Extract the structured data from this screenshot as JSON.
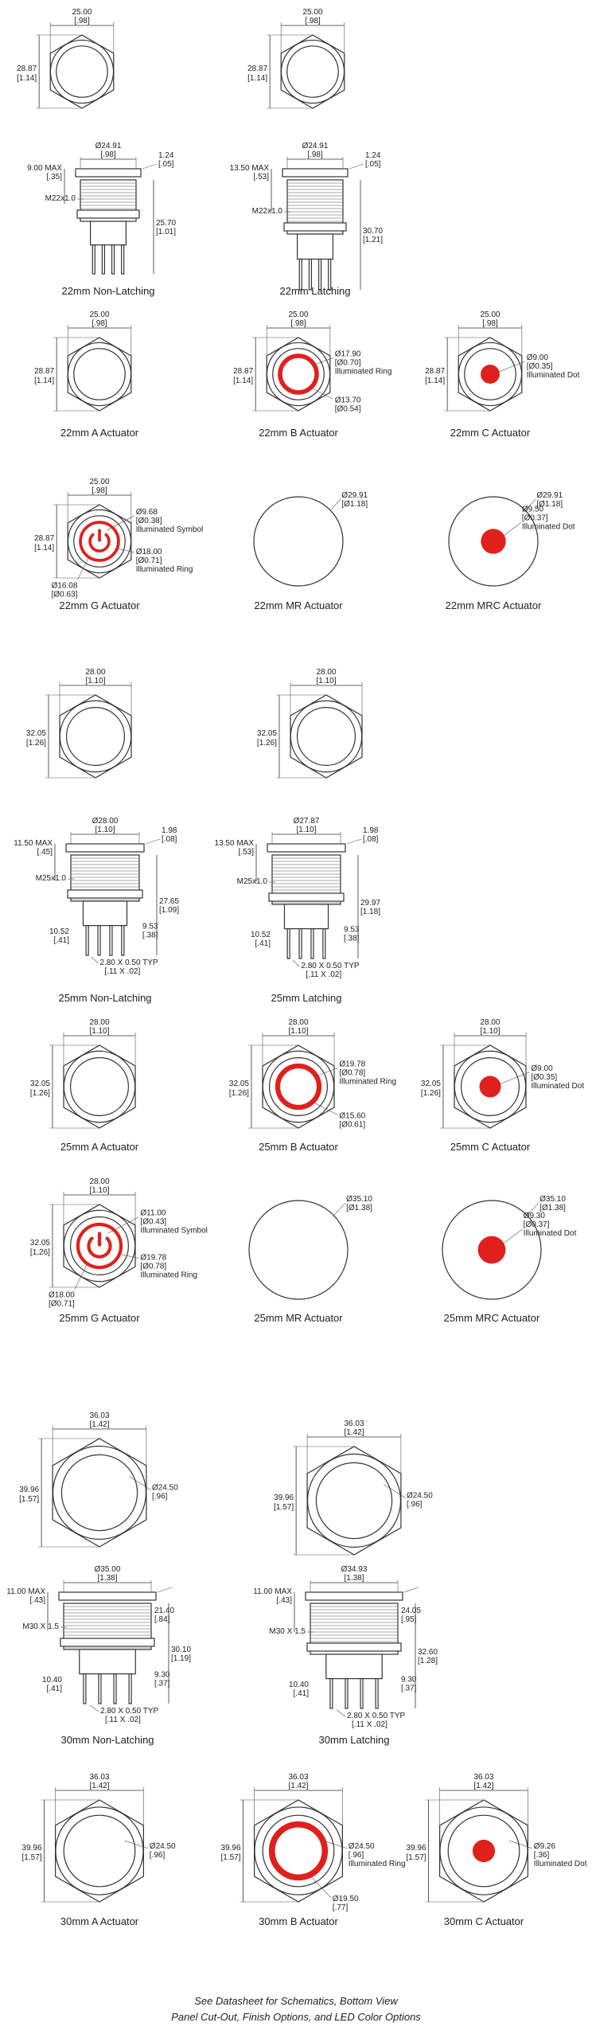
{
  "colors": {
    "led": "#e0201c",
    "ink": "#222222"
  },
  "row1": [
    {
      "w": "25.00",
      "w_in": "[.98]",
      "h": "28.87",
      "h_in": "[1.14]"
    },
    {
      "w": "25.00",
      "w_in": "[.98]",
      "h": "28.87",
      "h_in": "[1.14]"
    }
  ],
  "side22": [
    {
      "dia": "Ø24.91",
      "dia_in": "[.98]",
      "max": "9.00 MAX",
      "max_in": "[.35]",
      "lip": "1.24",
      "lip_in": "[.05]",
      "thread": "M22x1.0",
      "len": "25.70",
      "len_in": "[1.01]",
      "caption": "22mm Non-Latching"
    },
    {
      "dia": "Ø24.91",
      "dia_in": "[.98]",
      "max": "13.50 MAX",
      "max_in": "[.53]",
      "lip": "1.24",
      "lip_in": "[.05]",
      "thread": "M22x1.0",
      "len": "30.70",
      "len_in": "[1.21]",
      "caption": "22mm Latching"
    }
  ],
  "act22a": {
    "a": {
      "w": "25.00",
      "w_in": "[.98]",
      "h": "28.87",
      "h_in": "[1.14]",
      "caption": "22mm A Actuator"
    },
    "b": {
      "w": "25.00",
      "w_in": "[.98]",
      "h": "28.87",
      "h_in": "[1.14]",
      "l1": "Ø17.90",
      "l2": "[Ø0.70]",
      "l3": "Illuminated Ring",
      "l4": "Ø13.70",
      "l5": "[Ø0.54]",
      "caption": "22mm B Actuator"
    },
    "c": {
      "w": "25.00",
      "w_in": "[.98]",
      "h": "28.87",
      "h_in": "[1.14]",
      "l1": "Ø9.00",
      "l2": "[Ø0.35]",
      "l3": "Illuminated Dot",
      "caption": "22mm C Actuator"
    }
  },
  "act22b": {
    "g": {
      "w": "25.00",
      "w_in": "[.98]",
      "h": "28.87",
      "h_in": "[1.14]",
      "l1": "Ø9.68",
      "l2": "[Ø0.38]",
      "l3": "Illuminated Symbol",
      "l4": "Ø18.00",
      "l5": "[Ø0.71]",
      "l6": "Illuminated Ring",
      "l7": "Ø16.08",
      "l8": "[Ø0.63]",
      "caption": "22mm G Actuator"
    },
    "mr": {
      "l1": "Ø29.91",
      "l2": "[Ø1.18]",
      "caption": "22mm MR Actuator"
    },
    "mrc": {
      "l1": "Ø29.91",
      "l2": "[Ø1.18]",
      "l3": "Ø9.50",
      "l4": "[Ø0.37]",
      "l5": "Illuminated Dot",
      "caption": "22mm MRC Actuator"
    }
  },
  "row25top": [
    {
      "w": "28.00",
      "w_in": "[1.10]",
      "h": "32.05",
      "h_in": "[1.26]"
    },
    {
      "w": "28.00",
      "w_in": "[1.10]",
      "h": "32.05",
      "h_in": "[1.26]"
    }
  ],
  "side25": [
    {
      "dia": "Ø28.00",
      "dia_in": "[1.10]",
      "max": "11.50 MAX",
      "max_in": "[.45]",
      "lip": "1.98",
      "lip_in": "[.08]",
      "thread": "M25x1.0",
      "len": "27.65",
      "len_in": "[1.09]",
      "sub": "9.53",
      "sub_in": "[.38]",
      "term": "10.52",
      "term_in": "[.41]",
      "typ": "2.80 X 0.50 TYP",
      "typ_in": "[.11 X .02]",
      "caption": "25mm Non-Latching"
    },
    {
      "dia": "Ø27.87",
      "dia_in": "[1.10]",
      "max": "13.50 MAX",
      "max_in": "[.53]",
      "lip": "1.98",
      "lip_in": "[.08]",
      "thread": "M25x1.0",
      "len": "29.97",
      "len_in": "[1.18]",
      "sub": "9.53",
      "sub_in": "[.38]",
      "term": "10.52",
      "term_in": "[.41]",
      "typ": "2.80 X 0.50 TYP",
      "typ_in": "[.11 X .02]",
      "caption": "25mm Latching"
    }
  ],
  "act25a": {
    "a": {
      "w": "28.00",
      "w_in": "[1.10]",
      "h": "32.05",
      "h_in": "[1.26]",
      "caption": "25mm A Actuator"
    },
    "b": {
      "w": "28.00",
      "w_in": "[1.10]",
      "h": "32.05",
      "h_in": "[1.26]",
      "l1": "Ø19.78",
      "l2": "[Ø0.78]",
      "l3": "Illuminated Ring",
      "l4": "Ø15.60",
      "l5": "[Ø0.61]",
      "caption": "25mm B Actuator"
    },
    "c": {
      "w": "28.00",
      "w_in": "[1.10]",
      "h": "32.05",
      "h_in": "[1.26]",
      "l1": "Ø9.00",
      "l2": "[Ø0.35]",
      "l3": "Illuminated Dot",
      "caption": "25mm C Actuator"
    }
  },
  "act25b": {
    "g": {
      "w": "28.00",
      "w_in": "[1.10]",
      "h": "32.05",
      "h_in": "[1.26]",
      "l1": "Ø11.00",
      "l2": "[Ø0.43]",
      "l3": "Illuminated Symbol",
      "l4": "Ø19.78",
      "l5": "[Ø0.78]",
      "l6": "Illuminated Ring",
      "l7": "Ø18.00",
      "l8": "[Ø0.71]",
      "caption": "25mm G Actuator"
    },
    "mr": {
      "l1": "Ø35.10",
      "l2": "[Ø1.38]",
      "caption": "25mm MR Actuator"
    },
    "mrc": {
      "l1": "Ø35.10",
      "l2": "[Ø1.38]",
      "l3": "Ø9.30",
      "l4": "[Ø0.37]",
      "l5": "Illuminated Dot",
      "caption": "25mm MRC Actuator"
    }
  },
  "row30top": [
    {
      "w": "36.03",
      "w_in": "[1.42]",
      "h": "39.96",
      "h_in": "[1.57]",
      "l1": "Ø24.50",
      "l2": "[.96]"
    },
    {
      "w": "36.03",
      "w_in": "[1.42]",
      "h": "39.96",
      "h_in": "[1.57]",
      "l1": "Ø24.50",
      "l2": "[.96]"
    }
  ],
  "side30": [
    {
      "dia": "Ø35.00",
      "dia_in": "[1.38]",
      "max": "11.00 MAX",
      "max_in": "[.43]",
      "inner": "21.40",
      "inner_in": "[.84]",
      "thread": "M30 X 1.5",
      "len": "30.10",
      "len_in": "[1.19]",
      "sub": "9.30",
      "sub_in": "[.37]",
      "term": "10.40",
      "term_in": "[.41]",
      "typ": "2.80 X 0.50 TYP",
      "typ_in": "[.11 X .02]",
      "caption": "30mm Non-Latching"
    },
    {
      "dia": "Ø34.93",
      "dia_in": "[1.38]",
      "max": "11.00 MAX",
      "max_in": "[.43]",
      "inner": "24.05",
      "inner_in": "[.95]",
      "thread": "M30 X 1.5",
      "len": "32.60",
      "len_in": "[1.28]",
      "sub": "9.30",
      "sub_in": "[.37]",
      "term": "10.40",
      "term_in": "[.41]",
      "typ": "2.80 X 0.50 TYP",
      "typ_in": "[.11 X .02]",
      "caption": "30mm Latching"
    }
  ],
  "act30": {
    "a": {
      "w": "36.03",
      "w_in": "[1.42]",
      "h": "39.96",
      "h_in": "[1.57]",
      "l1": "Ø24.50",
      "l2": "[.96]",
      "caption": "30mm A Actuator"
    },
    "b": {
      "w": "36.03",
      "w_in": "[1.42]",
      "h": "39.96",
      "h_in": "[1.57]",
      "l1": "Ø24.50",
      "l2": "[.96]",
      "l3": "Illuminated Ring",
      "l4": "Ø19.50",
      "l5": "[.77]",
      "caption": "30mm B Actuator"
    },
    "c": {
      "w": "36.03",
      "w_in": "[1.42]",
      "h": "39.96",
      "h_in": "[1.57]",
      "l1": "Ø9.26",
      "l2": "[.36]",
      "l3": "Illuminated Dot",
      "caption": "30mm C Actuator"
    }
  },
  "footer": {
    "line1": "See Datasheet for Schematics, Bottom View",
    "line2": "Panel Cut-Out, Finish Options, and LED Color Options"
  }
}
